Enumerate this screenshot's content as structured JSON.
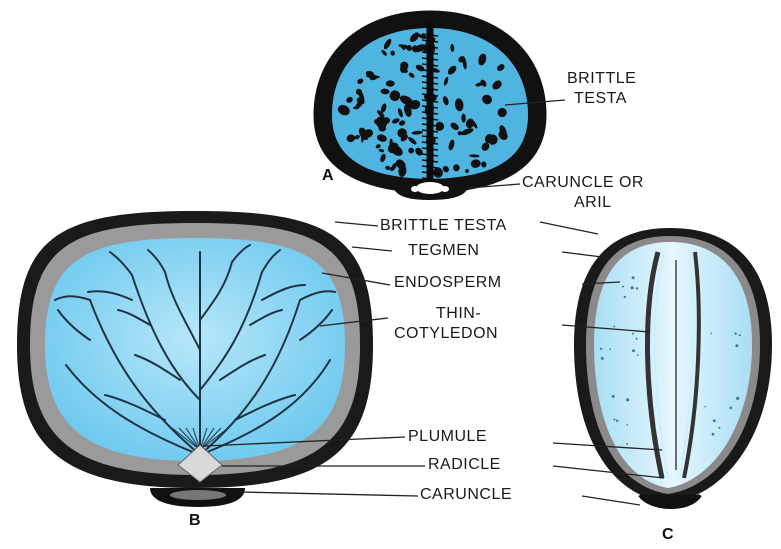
{
  "colors": {
    "ink": "#141414",
    "endosperm": "#7fd3f2",
    "endosperm_light": "#c9ecfa",
    "tegmen": "#8f8f8f",
    "veins": "#1f3444"
  },
  "figures": {
    "a": "A",
    "b": "B",
    "c": "C"
  },
  "labels": {
    "brittle_testa_a_line1": "BRITTLE",
    "brittle_testa_a_line2": "TESTA",
    "caruncle_or_aril_line1": "CARUNCLE OR",
    "caruncle_or_aril_line2": "ARIL",
    "brittle_testa": "BRITTLE TESTA",
    "tegmen": "TEGMEN",
    "endosperm": "ENDOSPERM",
    "thin_cotyledon_line1": "THIN-",
    "thin_cotyledon_line2": "COTYLEDON",
    "plumule": "PLUMULE",
    "radicle": "RADICLE",
    "caruncle": "CARUNCLE"
  }
}
